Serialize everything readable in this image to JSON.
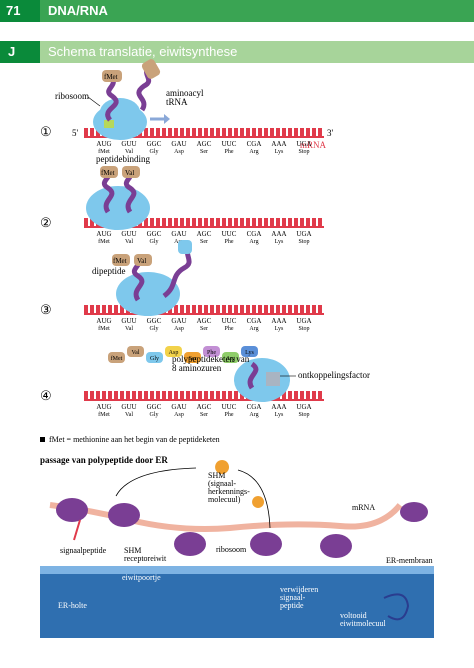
{
  "header": {
    "number": "71",
    "title": "DNA/RNA",
    "letter": "J",
    "subtitle": "Schema translatie, eiwitsynthese"
  },
  "steps": {
    "s1": {
      "num": "①",
      "ribosome": "ribosoom",
      "trna": "aminoacyl\ntRNA",
      "five": "5'",
      "three": "3'",
      "mrna": "mRNA"
    },
    "s2": {
      "num": "②",
      "label": "peptidebinding"
    },
    "s3": {
      "num": "③",
      "label": "dipeptide"
    },
    "s4": {
      "num": "④",
      "chain": "polypeptideketen van\n8 aminozuren",
      "factor": "ontkoppelingsfactor"
    }
  },
  "codons": [
    "AUG",
    "GUU",
    "GGC",
    "GAU",
    "AGC",
    "UUC",
    "CGA",
    "AAA",
    "UGA"
  ],
  "aminos": [
    "fMet",
    "Val",
    "Gly",
    "Asp",
    "Ser",
    "Phe",
    "Arg",
    "Lys",
    "Stop"
  ],
  "aa_beads": {
    "fMet": "fMet",
    "Val": "Val",
    "Gly": "Gly",
    "Asp": "Asp",
    "Ser": "Ser",
    "Phe": "Phe",
    "Arg": "Arg",
    "Lys": "Lys"
  },
  "note": "fMet = methionine aan het begin van de peptideketen",
  "passage": {
    "title": "passage van polypeptide door ER",
    "shm": "SHM\n(signaal-\nherkennings-\nmolecuul)",
    "mrna": "mRNA",
    "signal": "signaalpeptide",
    "shm_rec": "SHM\nreceptoreiwit",
    "ribosome": "ribosoom",
    "membrane": "ER-membraan",
    "pore": "eiwitpoortje",
    "removed": "verwijderen\nsignaal-\npeptide",
    "cavity": "ER-holte",
    "done": "voltooid\neiwitmolecuul"
  },
  "colors": {
    "green_dark": "#0a8a3a",
    "green": "#3aa453",
    "green_light": "#a7d49a",
    "mrna": "#e03a4a",
    "ribo_blue": "#7ec8ec",
    "trna": "#7a3e94",
    "er": "#2f6fb0",
    "amino": "#c9a27a"
  }
}
